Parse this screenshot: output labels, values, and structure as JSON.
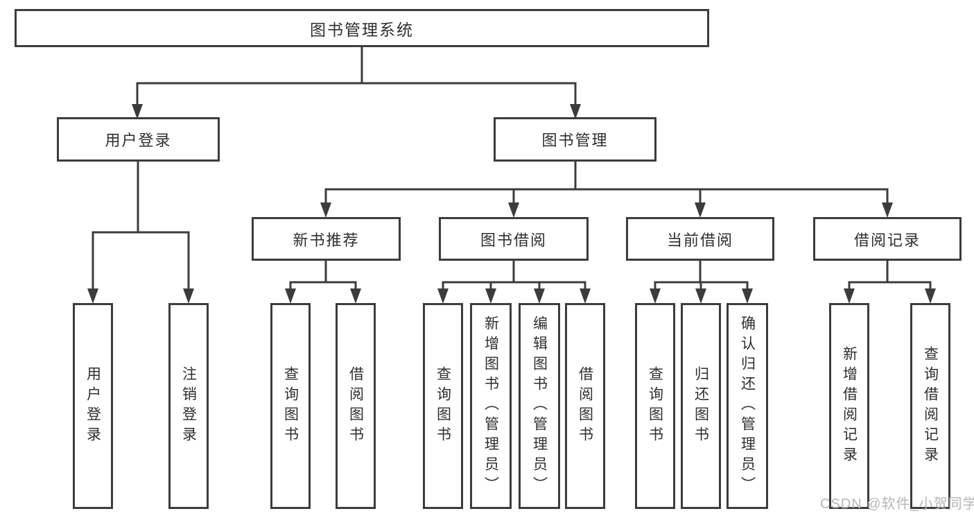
{
  "diagram": {
    "root": {
      "label": "图书管理系统"
    },
    "branches": [
      {
        "label": "用户登录",
        "children": [
          {
            "label": "用户登录"
          },
          {
            "label": "注销登录"
          }
        ]
      },
      {
        "label": "图书管理",
        "children": [
          {
            "label": "新书推荐",
            "children": [
              {
                "label": "查询图书"
              },
              {
                "label": "借阅图书"
              }
            ]
          },
          {
            "label": "图书借阅",
            "children": [
              {
                "label": "查询图书"
              },
              {
                "label": "新增图书（管理员）"
              },
              {
                "label": "编辑图书（管理员）"
              },
              {
                "label": "借阅图书"
              }
            ]
          },
          {
            "label": "当前借阅",
            "children": [
              {
                "label": "查询图书"
              },
              {
                "label": "归还图书"
              },
              {
                "label": "确认归还（管理员）"
              }
            ]
          },
          {
            "label": "借阅记录",
            "children": [
              {
                "label": "新增借阅记录"
              },
              {
                "label": "查询借阅记录"
              }
            ]
          }
        ]
      }
    ]
  },
  "watermark": "CSDN @软件_小贺同学",
  "colors": {
    "line": "#3c3c3c",
    "text": "#2e2e2e",
    "watermark": "#b5b5b5",
    "background": "#ffffff"
  }
}
